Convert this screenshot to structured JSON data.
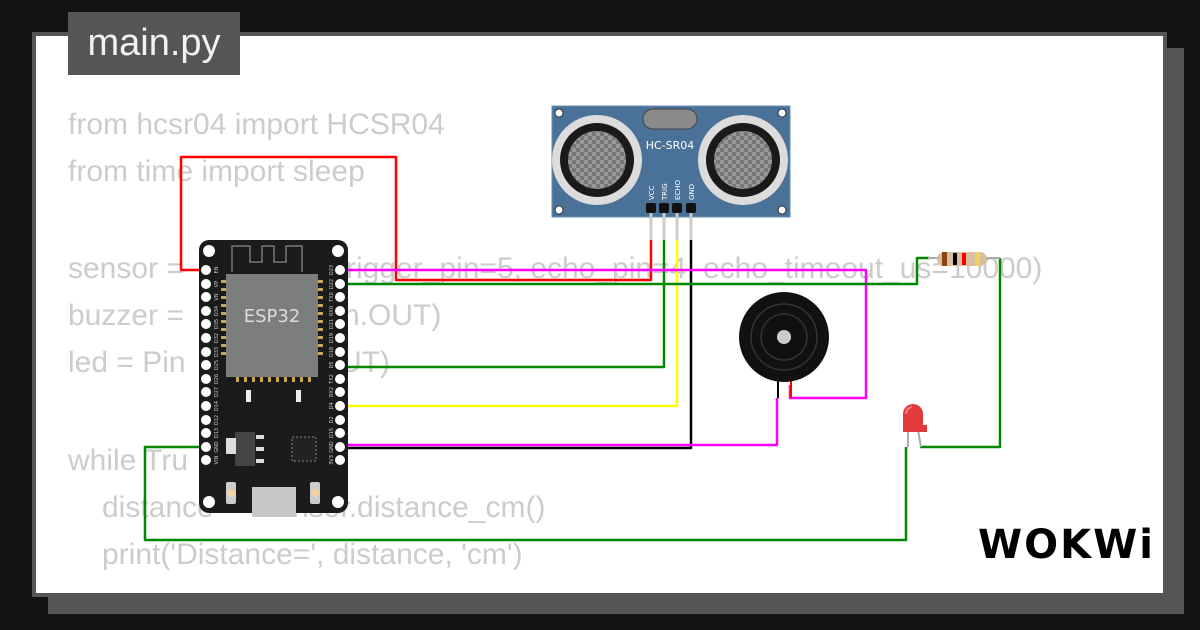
{
  "editor": {
    "file_tab": "main.py",
    "code_fragments": [
      "from hcsr04 import HCSR04",
      "from time import sleep",
      "sensor = ",
      "rigger_pin=5, echo_pin=4, echo_timeout_us=10000)",
      "buzzer = ",
      "n.OUT)",
      "led = Pin",
      "UT)",
      "while Tru",
      "distance",
      "nsor.distance_cm()",
      "print('Distance=', distance, 'cm')"
    ]
  },
  "circuit": {
    "board": {
      "label": "ESP32",
      "left_pins": [
        "EN",
        "VP",
        "VN",
        "D34",
        "D35",
        "D32",
        "D33",
        "D25",
        "D26",
        "D27",
        "D14",
        "D12",
        "D13",
        "GND",
        "VIN"
      ],
      "right_pins": [
        "D23",
        "D22",
        "TX0",
        "RX0",
        "D21",
        "D19",
        "D18",
        "D5",
        "TX2",
        "RX2",
        "D4",
        "D2",
        "D15",
        "GND",
        "3V3"
      ]
    },
    "sensor": {
      "label": "HC-SR04",
      "pins": [
        "VCC",
        "TRIG",
        "ECHO",
        "GND"
      ]
    },
    "wire_colors": {
      "red": "#ff0000",
      "green": "#008800",
      "yellow": "#ffff00",
      "black": "#000000",
      "magenta": "#ff00ff"
    }
  },
  "branding": {
    "logo": "WOKWi"
  }
}
